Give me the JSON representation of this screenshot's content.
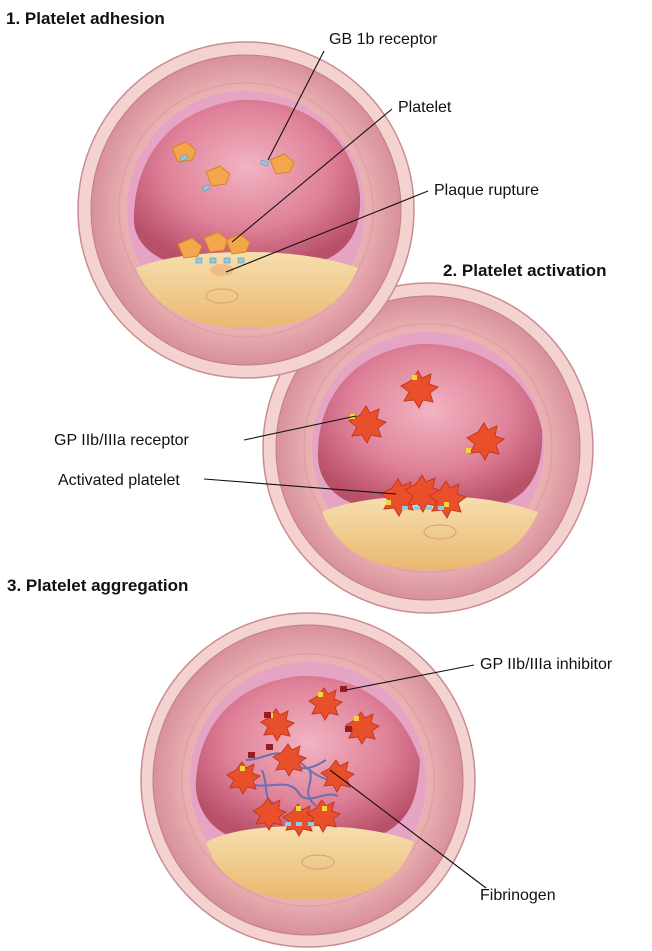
{
  "steps": [
    {
      "title": "1. Platelet adhesion",
      "labels": {
        "receptor": "GB 1b receptor",
        "platelet": "Platelet",
        "rupture": "Plaque rupture"
      }
    },
    {
      "title": "2. Platelet activation",
      "labels": {
        "receptor": "GP IIb/IIIa receptor",
        "activated": "Activated platelet"
      }
    },
    {
      "title": "3. Platelet aggregation",
      "labels": {
        "inhibitor": "GP IIb/IIIa inhibitor",
        "fibrinogen": "Fibrinogen"
      }
    }
  ],
  "colors": {
    "outer_wall": "#f0c7c5",
    "muscle_layer": "#eab0b1",
    "lumen": "#dd7f95",
    "intima": "#e6a4c4",
    "plaque": "#f2d39a",
    "resting_platelet": "#f3a64c",
    "activated_platelet": "#ea4f2c",
    "receptor": "#8fcbe4",
    "receptor_tip": "#f7d23c",
    "inhibitor": "#9b1b25",
    "fibrinogen": "#6a6fb2"
  }
}
